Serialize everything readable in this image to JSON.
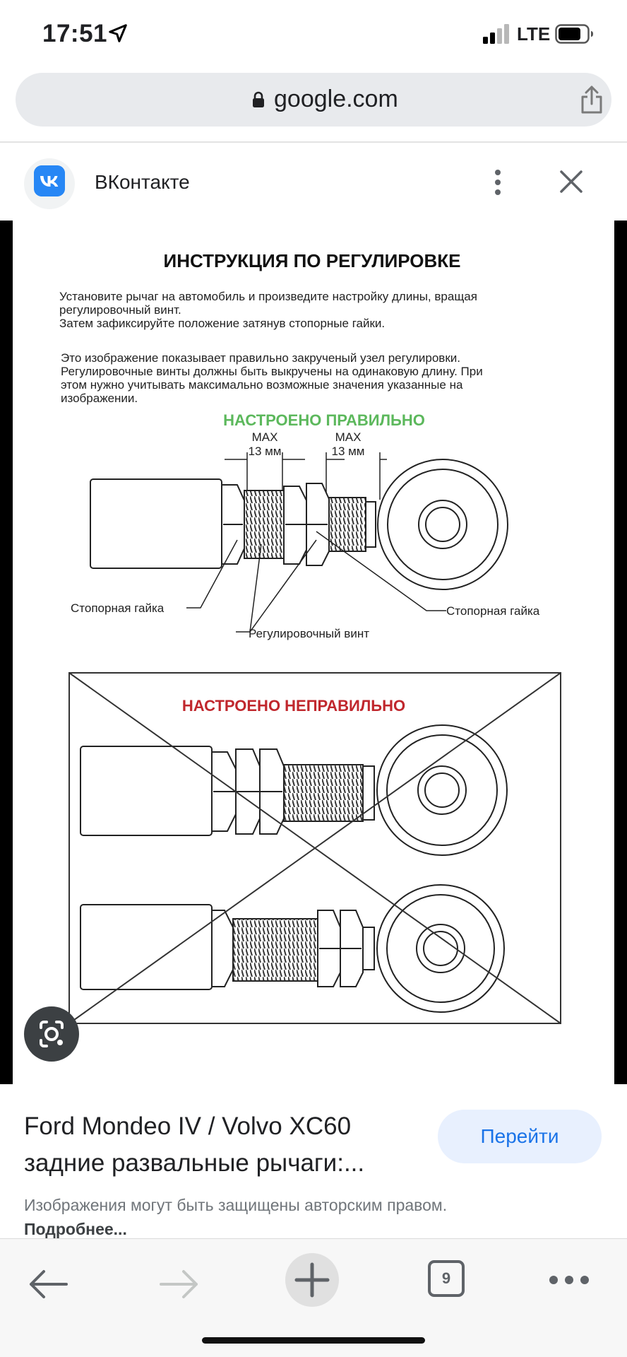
{
  "status_bar": {
    "time": "17:51",
    "network": "LTE"
  },
  "url_bar": {
    "domain": "google.com"
  },
  "source": {
    "name": "ВКонтакте",
    "logo_text": "vk"
  },
  "image": {
    "title": "ИНСТРУКЦИЯ ПО РЕГУЛИРОВКЕ",
    "para1": [
      "Установите рычаг на автомобиль и произведите настройку длины, вращая",
      "регулировочный винт.",
      "Затем зафиксируйте положение затянув стопорные гайки."
    ],
    "para2": [
      "Это изображение показывает правильно закрученый узел регулировки.",
      "Регулировочные винты должны быть выкручены на одинаковую длину. При",
      "этом нужно учитывать максимально возможные значения указанные на",
      "изображении."
    ],
    "correct_label": "НАСТРОЕНО ПРАВИЛЬНО",
    "max_label": "MAX",
    "max_value": "13 мм",
    "lock_nut_left": "Стопорная гайка",
    "lock_nut_right": "Стопорная гайка",
    "adjust_screw": "Регулировочный винт",
    "incorrect_label": "НАСТРОЕНО НЕПРАВИЛЬНО"
  },
  "result": {
    "title_line1": "Ford Mondeo IV / Volvo XC60",
    "title_line2": "задние развальные рычаги:...",
    "goto_label": "Перейти",
    "copyright_text": "Изображения могут быть защищены авторским правом.",
    "more_link": "Подробнее..."
  },
  "toolbar": {
    "tab_count": "9"
  },
  "colors": {
    "correct_green": "#5cb85c",
    "incorrect_red": "#c0272d",
    "vk_blue": "#2787f5",
    "goto_bg": "#e8f0fe",
    "goto_text": "#1a73e8"
  }
}
